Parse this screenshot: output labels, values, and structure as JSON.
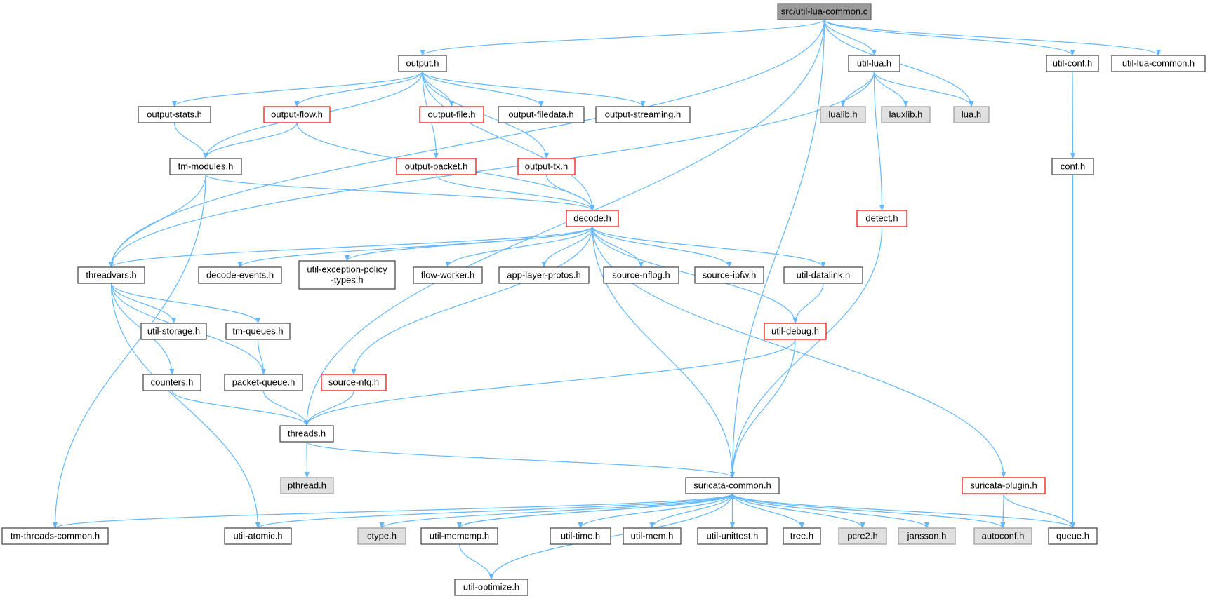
{
  "colors": {
    "edge": "#63b8ff",
    "normal": {
      "fill": "#ffffff",
      "stroke": "#404040"
    },
    "root": {
      "fill": "#999999",
      "stroke": "#666666"
    },
    "truncated": {
      "fill": "#ffffff",
      "stroke": "#ff0000"
    },
    "external": {
      "fill": "#e0e0e0",
      "stroke": "#999999"
    }
  },
  "nodes": [
    {
      "id": "root",
      "lines": [
        "src/util-lua-common.c"
      ],
      "kind": "root"
    },
    {
      "id": "output",
      "lines": [
        "output.h"
      ],
      "kind": "normal"
    },
    {
      "id": "utillua",
      "lines": [
        "util-lua.h"
      ],
      "kind": "normal"
    },
    {
      "id": "utilconf",
      "lines": [
        "util-conf.h"
      ],
      "kind": "normal"
    },
    {
      "id": "utilluacommon",
      "lines": [
        "util-lua-common.h"
      ],
      "kind": "normal"
    },
    {
      "id": "outputstats",
      "lines": [
        "output-stats.h"
      ],
      "kind": "normal"
    },
    {
      "id": "outputflow",
      "lines": [
        "output-flow.h"
      ],
      "kind": "truncated"
    },
    {
      "id": "outputfile",
      "lines": [
        "output-file.h"
      ],
      "kind": "truncated"
    },
    {
      "id": "outputfiledata",
      "lines": [
        "output-filedata.h"
      ],
      "kind": "normal"
    },
    {
      "id": "outputstreaming",
      "lines": [
        "output-streaming.h"
      ],
      "kind": "normal"
    },
    {
      "id": "lualib",
      "lines": [
        "lualib.h"
      ],
      "kind": "external"
    },
    {
      "id": "lauxlib",
      "lines": [
        "lauxlib.h"
      ],
      "kind": "external"
    },
    {
      "id": "lua",
      "lines": [
        "lua.h"
      ],
      "kind": "external"
    },
    {
      "id": "tmmodules",
      "lines": [
        "tm-modules.h"
      ],
      "kind": "normal"
    },
    {
      "id": "outputpacket",
      "lines": [
        "output-packet.h"
      ],
      "kind": "truncated"
    },
    {
      "id": "outputtx",
      "lines": [
        "output-tx.h"
      ],
      "kind": "truncated"
    },
    {
      "id": "conf",
      "lines": [
        "conf.h"
      ],
      "kind": "normal"
    },
    {
      "id": "decode",
      "lines": [
        "decode.h"
      ],
      "kind": "truncated"
    },
    {
      "id": "detect",
      "lines": [
        "detect.h"
      ],
      "kind": "truncated"
    },
    {
      "id": "threadvars",
      "lines": [
        "threadvars.h"
      ],
      "kind": "normal"
    },
    {
      "id": "decodeevents",
      "lines": [
        "decode-events.h"
      ],
      "kind": "normal"
    },
    {
      "id": "utilexc",
      "lines": [
        "util-exception-policy",
        "-types.h"
      ],
      "kind": "normal"
    },
    {
      "id": "flowworker",
      "lines": [
        "flow-worker.h"
      ],
      "kind": "normal"
    },
    {
      "id": "applayerprotos",
      "lines": [
        "app-layer-protos.h"
      ],
      "kind": "normal"
    },
    {
      "id": "sourcenflog",
      "lines": [
        "source-nflog.h"
      ],
      "kind": "normal"
    },
    {
      "id": "sourceipfw",
      "lines": [
        "source-ipfw.h"
      ],
      "kind": "normal"
    },
    {
      "id": "utildatalink",
      "lines": [
        "util-datalink.h"
      ],
      "kind": "normal"
    },
    {
      "id": "utilstorage",
      "lines": [
        "util-storage.h"
      ],
      "kind": "normal"
    },
    {
      "id": "tmqueues",
      "lines": [
        "tm-queues.h"
      ],
      "kind": "normal"
    },
    {
      "id": "utildebug",
      "lines": [
        "util-debug.h"
      ],
      "kind": "truncated"
    },
    {
      "id": "counters",
      "lines": [
        "counters.h"
      ],
      "kind": "normal"
    },
    {
      "id": "packetqueue",
      "lines": [
        "packet-queue.h"
      ],
      "kind": "normal"
    },
    {
      "id": "sourcenfq",
      "lines": [
        "source-nfq.h"
      ],
      "kind": "truncated"
    },
    {
      "id": "threads",
      "lines": [
        "threads.h"
      ],
      "kind": "normal"
    },
    {
      "id": "pthread",
      "lines": [
        "pthread.h"
      ],
      "kind": "external"
    },
    {
      "id": "suricatacommon",
      "lines": [
        "suricata-common.h"
      ],
      "kind": "normal"
    },
    {
      "id": "suricataplugin",
      "lines": [
        "suricata-plugin.h"
      ],
      "kind": "truncated"
    },
    {
      "id": "tmthreadscommon",
      "lines": [
        "tm-threads-common.h"
      ],
      "kind": "normal"
    },
    {
      "id": "utilatomic",
      "lines": [
        "util-atomic.h"
      ],
      "kind": "normal"
    },
    {
      "id": "ctype",
      "lines": [
        "ctype.h"
      ],
      "kind": "external"
    },
    {
      "id": "utilmemcmp",
      "lines": [
        "util-memcmp.h"
      ],
      "kind": "normal"
    },
    {
      "id": "utiltime",
      "lines": [
        "util-time.h"
      ],
      "kind": "normal"
    },
    {
      "id": "utilmem",
      "lines": [
        "util-mem.h"
      ],
      "kind": "normal"
    },
    {
      "id": "utilunittest",
      "lines": [
        "util-unittest.h"
      ],
      "kind": "normal"
    },
    {
      "id": "tree",
      "lines": [
        "tree.h"
      ],
      "kind": "normal"
    },
    {
      "id": "pcre2",
      "lines": [
        "pcre2.h"
      ],
      "kind": "external"
    },
    {
      "id": "jansson",
      "lines": [
        "jansson.h"
      ],
      "kind": "external"
    },
    {
      "id": "autoconf",
      "lines": [
        "autoconf.h"
      ],
      "kind": "external"
    },
    {
      "id": "queue",
      "lines": [
        "queue.h"
      ],
      "kind": "normal"
    },
    {
      "id": "utiloptimize",
      "lines": [
        "util-optimize.h"
      ],
      "kind": "normal"
    }
  ],
  "edges": [
    [
      "root",
      "output"
    ],
    [
      "root",
      "utillua"
    ],
    [
      "root",
      "lua"
    ],
    [
      "root",
      "utilconf"
    ],
    [
      "root",
      "utilluacommon"
    ],
    [
      "root",
      "threadvars"
    ],
    [
      "root",
      "threads"
    ],
    [
      "root",
      "suricatacommon"
    ],
    [
      "output",
      "outputstats"
    ],
    [
      "output",
      "outputflow"
    ],
    [
      "output",
      "outputfile"
    ],
    [
      "output",
      "outputfiledata"
    ],
    [
      "output",
      "outputstreaming"
    ],
    [
      "output",
      "tmmodules"
    ],
    [
      "output",
      "outputpacket"
    ],
    [
      "output",
      "outputtx"
    ],
    [
      "output",
      "decode"
    ],
    [
      "utillua",
      "lualib"
    ],
    [
      "utillua",
      "lauxlib"
    ],
    [
      "utillua",
      "lua"
    ],
    [
      "utillua",
      "detect"
    ],
    [
      "utillua",
      "threadvars"
    ],
    [
      "utilconf",
      "conf"
    ],
    [
      "conf",
      "queue"
    ],
    [
      "outputstats",
      "tmmodules"
    ],
    [
      "outputflow",
      "tmmodules"
    ],
    [
      "outputflow",
      "decode"
    ],
    [
      "tmmodules",
      "decode"
    ],
    [
      "tmmodules",
      "threadvars"
    ],
    [
      "tmmodules",
      "tmthreadscommon"
    ],
    [
      "outputpacket",
      "decode"
    ],
    [
      "outputtx",
      "decode"
    ],
    [
      "detect",
      "suricatacommon"
    ],
    [
      "decode",
      "threadvars"
    ],
    [
      "decode",
      "decodeevents"
    ],
    [
      "decode",
      "utilexc"
    ],
    [
      "decode",
      "flowworker"
    ],
    [
      "decode",
      "applayerprotos"
    ],
    [
      "decode",
      "sourcenflog"
    ],
    [
      "decode",
      "sourceipfw"
    ],
    [
      "decode",
      "utildatalink"
    ],
    [
      "decode",
      "utildebug"
    ],
    [
      "decode",
      "sourcenfq"
    ],
    [
      "decode",
      "suricatacommon"
    ],
    [
      "decode",
      "suricataplugin"
    ],
    [
      "threadvars",
      "utilstorage"
    ],
    [
      "threadvars",
      "tmqueues"
    ],
    [
      "threadvars",
      "counters"
    ],
    [
      "threadvars",
      "packetqueue"
    ],
    [
      "threadvars",
      "utilatomic"
    ],
    [
      "utildatalink",
      "utildebug"
    ],
    [
      "utildebug",
      "threads"
    ],
    [
      "utildebug",
      "suricatacommon"
    ],
    [
      "tmqueues",
      "packetqueue"
    ],
    [
      "counters",
      "threads"
    ],
    [
      "packetqueue",
      "threads"
    ],
    [
      "sourcenfq",
      "threads"
    ],
    [
      "threads",
      "pthread"
    ],
    [
      "threads",
      "suricatacommon"
    ],
    [
      "suricataplugin",
      "autoconf"
    ],
    [
      "suricataplugin",
      "queue"
    ],
    [
      "suricatacommon",
      "tmthreadscommon"
    ],
    [
      "suricatacommon",
      "utilatomic"
    ],
    [
      "suricatacommon",
      "ctype"
    ],
    [
      "suricatacommon",
      "utilmemcmp"
    ],
    [
      "suricatacommon",
      "utiltime"
    ],
    [
      "suricatacommon",
      "utilmem"
    ],
    [
      "suricatacommon",
      "utilunittest"
    ],
    [
      "suricatacommon",
      "tree"
    ],
    [
      "suricatacommon",
      "pcre2"
    ],
    [
      "suricatacommon",
      "jansson"
    ],
    [
      "suricatacommon",
      "autoconf"
    ],
    [
      "suricatacommon",
      "queue"
    ],
    [
      "suricatacommon",
      "utiloptimize"
    ],
    [
      "utilmemcmp",
      "suricatacommon"
    ],
    [
      "utilmemcmp",
      "utiloptimize"
    ]
  ]
}
